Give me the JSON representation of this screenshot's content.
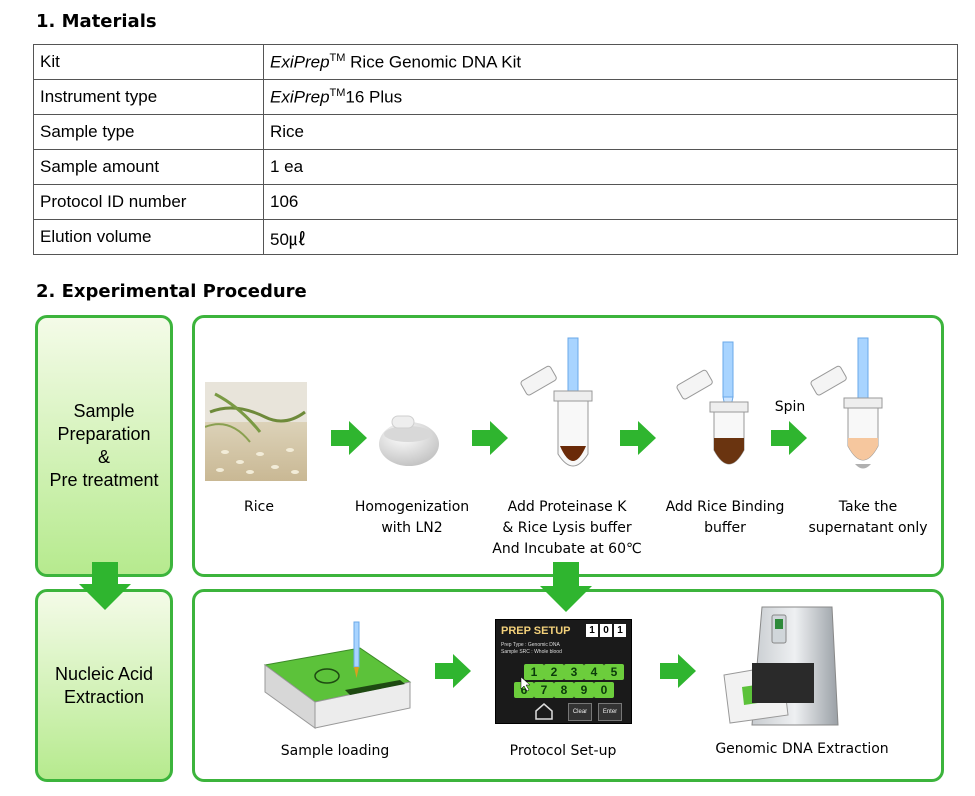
{
  "sections": {
    "materials": "1. Materials",
    "procedure": "2. Experimental Procedure"
  },
  "materials": [
    {
      "label": "Kit",
      "brand": "ExiPrep",
      "tm": "TM",
      "rest": " Rice Genomic DNA Kit"
    },
    {
      "label": "Instrument type",
      "brand": "ExiPrep",
      "tm": "TM",
      "rest": "16 Plus"
    },
    {
      "label": "Sample type",
      "value": "Rice"
    },
    {
      "label": "Sample amount",
      "value": "1 ea"
    },
    {
      "label": "Protocol ID number",
      "value": "106"
    },
    {
      "label": "Elution volume",
      "value": "50㎕"
    }
  ],
  "stages": {
    "prep": [
      "Sample",
      "Preparation",
      "&",
      "Pre treatment"
    ],
    "extract": [
      "Nucleic Acid",
      "Extraction"
    ]
  },
  "steps_top": [
    {
      "lines": [
        "Rice"
      ]
    },
    {
      "lines": [
        "Homogenization",
        "with LN2"
      ]
    },
    {
      "lines": [
        "Add Proteinase K",
        "& Rice Lysis buffer",
        "And Incubate at 60℃"
      ]
    },
    {
      "lines": [
        "Add Rice Binding",
        "buffer"
      ]
    },
    {
      "lines": [
        "Take the",
        "supernatant only"
      ]
    }
  ],
  "spin_label": "Spin",
  "steps_bottom": [
    {
      "lines": [
        "Sample loading"
      ]
    },
    {
      "lines": [
        "Protocol Set-up"
      ]
    },
    {
      "lines": [
        "Genomic DNA Extraction"
      ]
    }
  ],
  "prep_screen": {
    "title": "PREP SETUP",
    "id_digits": [
      "1",
      "0",
      "1"
    ],
    "line1": "Prep Type : Genomic DNA",
    "line2": "Sample SRC : Whole blood",
    "keys_row1": [
      "1",
      "2",
      "3",
      "4",
      "5"
    ],
    "keys_row2": [
      "6",
      "7",
      "8",
      "9",
      "0"
    ],
    "clear": "Clear",
    "enter": "Enter"
  },
  "colors": {
    "accent_green": "#3cb43c",
    "arrow_green": "#2fb52f",
    "table_border": "#555555"
  }
}
